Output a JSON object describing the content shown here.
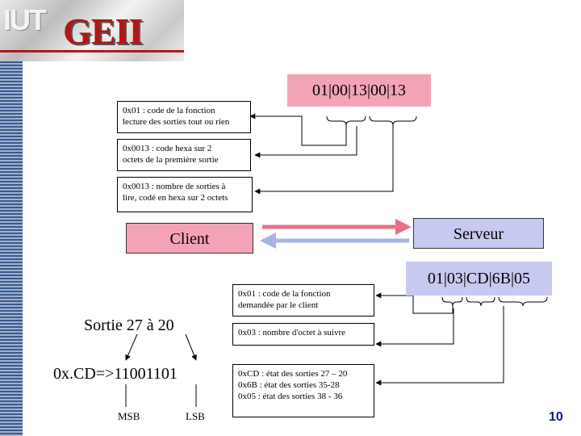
{
  "logo": {
    "text_iut": "IUT",
    "text_geii": "GEII"
  },
  "request": {
    "frame": "01|00|13|00|13",
    "fields": [
      {
        "line1": "0x01 : code de la fonction",
        "line2": "lecture des sorties tout ou rien"
      },
      {
        "line1": "0x0013 : code hexa sur 2",
        "line2": "octets de la première sortie"
      },
      {
        "line1": "0x0013 : nombre de sorties à",
        "line2": "lire, codé en hexa sur 2 octets"
      }
    ]
  },
  "nodes": {
    "client": "Client",
    "server": "Serveur"
  },
  "response": {
    "frame": "01|03|CD|6B|05",
    "fields": [
      {
        "line1": "0x01 : code de la fonction",
        "line2": "demandée par le client"
      },
      {
        "line1": "0x03 : nombre d'octet à suivre"
      },
      {
        "line1": "0xCD : état des sorties 27 – 20",
        "line2": "0x6B : état des sorties 35-28",
        "line3": "0x05 : état des sorties 38 - 36"
      }
    ]
  },
  "bits": {
    "title": "Sortie 27 à 20",
    "conversion": "0x.CD=>11001101",
    "msb": "MSB",
    "lsb": "LSB"
  },
  "page_number": "10",
  "colors": {
    "pink": "#f4a3b7",
    "lavender": "#c8c9f0",
    "arrow_pink": "#e8708a",
    "arrow_blue": "#a7b3e0",
    "page_number": "#0c1a8a",
    "logo_red": "#b01818"
  }
}
